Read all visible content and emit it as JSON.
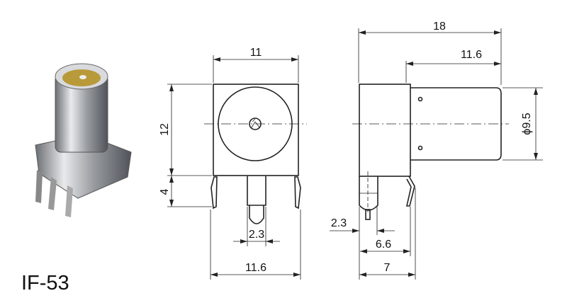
{
  "model_label": "IF-53",
  "front_view": {
    "width_top": "11",
    "height_body": "12",
    "pin_length": "4",
    "center_pin_width": "2.3",
    "width_bottom": "11.6"
  },
  "side_view": {
    "total_length": "18",
    "barrel_length": "11.6",
    "barrel_diameter": "ϕ9.5",
    "pin_offset": "2.3",
    "pin_spacing": "6.6",
    "body_depth": "7"
  }
}
